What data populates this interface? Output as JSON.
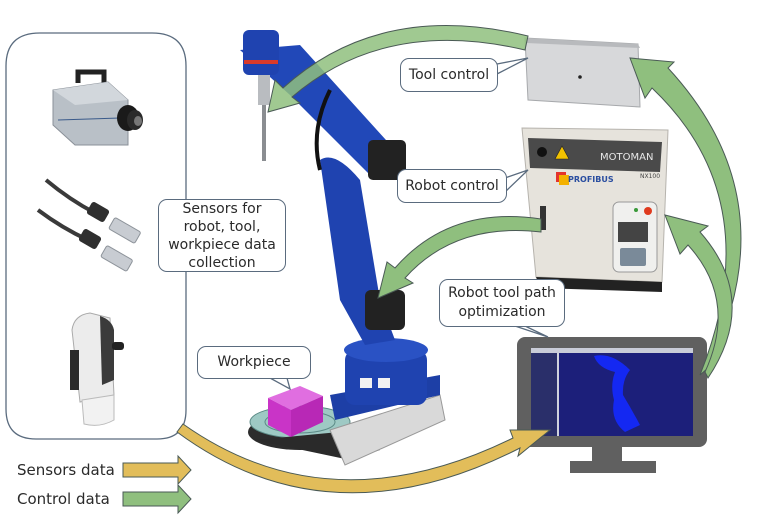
{
  "title": "Robotic machining system with sensors, controllers and tool path optimization",
  "colors": {
    "sensors_arrow": "#e2bd5a",
    "control_arrow": "#8fbf7e",
    "arrow_outline": "#4a5a55",
    "robot_blue": "#1c3fa8",
    "workpiece_magenta": "#d23fd0",
    "monitor_gray": "#606060",
    "screen_blue": "#1c1f7a",
    "callout_border": "#5a6b7e"
  },
  "callouts": {
    "sensors": [
      "Sensors for",
      "robot, tool,",
      "workpiece data",
      "collection"
    ],
    "tool_control": "Tool control",
    "robot_control": "Robot control",
    "path_optimization": [
      "Robot tool path",
      "optimization"
    ],
    "workpiece": "Workpiece"
  },
  "sensor_devices": [
    "high-speed-camera",
    "force-sensor-cables",
    "laser-tracker"
  ],
  "controller": {
    "brand": "MOTOMAN",
    "model": "NX100",
    "fieldbus_logo": "PROFIBUS"
  },
  "legend": [
    {
      "label": "Sensors data",
      "color": "#e2bd5a"
    },
    {
      "label": "Control data",
      "color": "#8fbf7e"
    }
  ],
  "flows": [
    {
      "from": "sensors",
      "to": "path-optimization-computer",
      "type": "Sensors data"
    },
    {
      "from": "path-optimization-computer",
      "to": "robot-controller",
      "type": "Control data"
    },
    {
      "from": "path-optimization-computer",
      "to": "tool-controller",
      "type": "Control data"
    },
    {
      "from": "robot-controller",
      "to": "robot",
      "type": "Control data"
    },
    {
      "from": "tool-controller",
      "to": "robot-tool",
      "type": "Control data"
    }
  ]
}
